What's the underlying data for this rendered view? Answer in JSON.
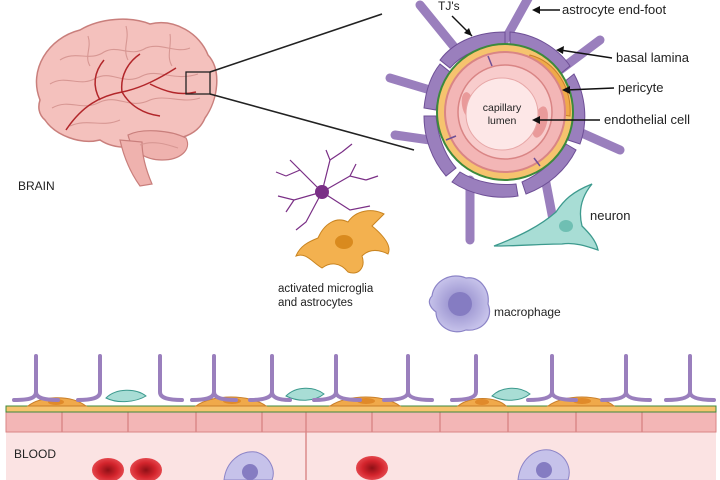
{
  "labels": {
    "brain": "BRAIN",
    "tjs": "TJ's",
    "astrocyte_end_foot": "astrocyte end-foot",
    "basal_lamina": "basal lamina",
    "pericyte": "pericyte",
    "capillary_lumen_line1": "capillary",
    "capillary_lumen_line2": "lumen",
    "endothelial_cell": "endothelial cell",
    "neuron": "neuron",
    "microglia_line1": "activated microglia",
    "microglia_line2": "and astrocytes",
    "macrophage": "macrophage",
    "blood": "BLOOD"
  },
  "colors": {
    "astrocyte": "#9a7fbd",
    "astrocyte_dark": "#6e4f96",
    "pericyte": "#f0a94a",
    "basal_lamina": "#3c8a3c",
    "endothelial": "#f3b6b6",
    "endothelial_dark": "#d98585",
    "lumen": "#fde7e7",
    "brain": "#f2b9b5",
    "brain_vessel": "#b2262a",
    "neuron": "#a8ddd5",
    "microglia": "#7a2f86",
    "macrophage": "#b9b4e0",
    "rbc": "#d3242c",
    "blood_bg": "#fbe3e3"
  }
}
